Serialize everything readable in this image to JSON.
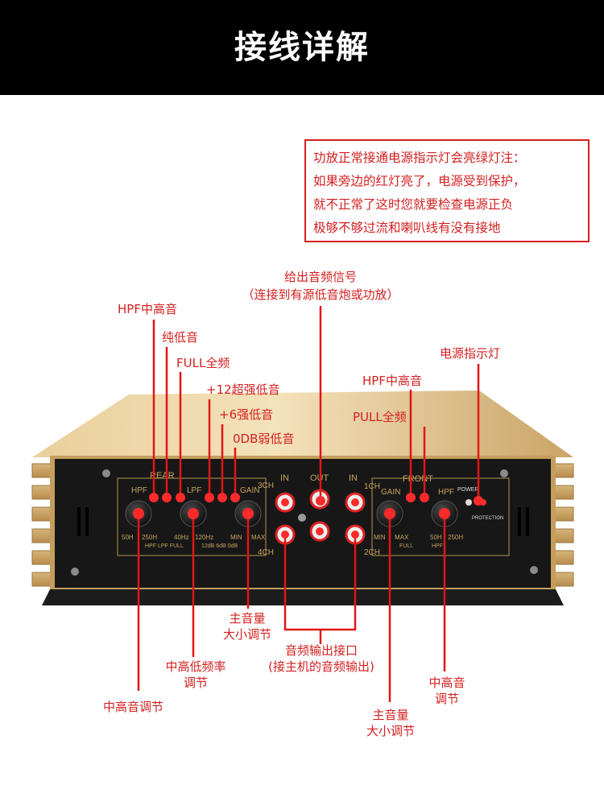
{
  "header": {
    "title": "接线详解"
  },
  "note": {
    "lines": [
      "功放正常接通电源指示灯会亮绿灯注：",
      "如果旁边的红灯亮了，电源受到保护，",
      "就不正常了这时您就要检查电源正负",
      "极够不够过流和喇叭线有没有接地"
    ]
  },
  "callouts_top": {
    "audio_out_1": "给出音频信号",
    "audio_out_2": "（连接到有源低音炮或功放）",
    "hpf_rear": "HPF中高音",
    "pure_low": "纯低音",
    "full": "FULL全频",
    "plus12": "+12超强低音",
    "plus6": "+6强低音",
    "odb": "0DB弱低音",
    "power_led": "电源指示灯",
    "hpf_front": "HPF中高音",
    "pull_full": "PULL全频"
  },
  "callouts_bottom": {
    "main_vol_left_1": "主音量",
    "main_vol_left_2": "大小调节",
    "audio_in_1": "音频输出接口",
    "audio_in_2": "(接主机的音频输出)",
    "freq_1": "中高低频率",
    "freq_2": "调节",
    "mid_high_left": "中高音调节",
    "mid_high_right_1": "中高音",
    "mid_high_right_2": "调节",
    "main_vol_right_1": "主音量",
    "main_vol_right_2": "大小调节"
  },
  "panel": {
    "rear": "REAR",
    "front": "FRONT",
    "in_left": "IN",
    "out": "OUT",
    "in_right": "IN",
    "ch3": "3CH",
    "ch4": "4CH",
    "ch1": "1CH",
    "ch2": "2CH",
    "hpf": "HPF",
    "lpf": "LPF",
    "gain": "GAIN",
    "hz50": "50H",
    "hz250": "250H",
    "hz40": "40Hz",
    "hz120": "120Hz",
    "min": "MIN",
    "max": "MAX",
    "sw_rear": "HPF LPF FULL",
    "sw_bass": "12dB 6dB 0dB",
    "full": "FULL",
    "hpf_small": "HPF",
    "power": "POWER",
    "protection": "PROTECTION"
  },
  "colors": {
    "accent": "#d32020",
    "header_bg": "#000000",
    "panel_bg": "#171717",
    "gold": "#c9a35e"
  }
}
